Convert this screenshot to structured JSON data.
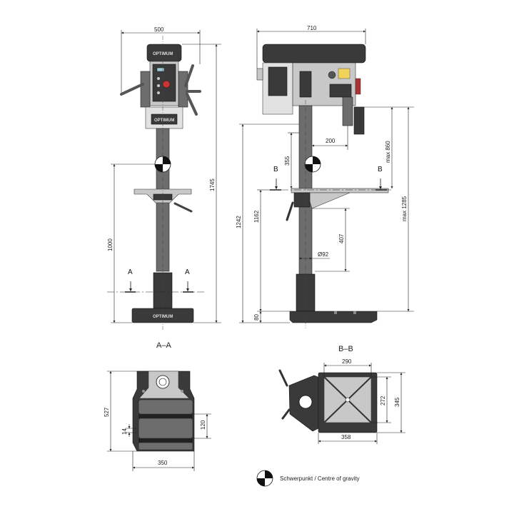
{
  "brand": "OPTIMUM",
  "front_view": {
    "width": "500",
    "height": "1745",
    "table_height": "1000",
    "section_marker": "A"
  },
  "side_view": {
    "width": "710",
    "overall_height": "1242",
    "table_height": "1162",
    "base_height": "80",
    "spindle_to_column": "200",
    "spindle_to_gravity": "355",
    "max_spindle_height": "max 860",
    "max_spindle_to_base": "max 1285",
    "table_travel": "407",
    "column_diameter": "Ø92",
    "section_marker": "B"
  },
  "section_aa": {
    "title": "A–A",
    "base_length": "527",
    "base_width": "350",
    "slot_spacing": "120",
    "slot_width": "14"
  },
  "section_bb": {
    "title": "B–B",
    "table_width": "290",
    "table_depth": "345",
    "table_inner": "272",
    "table_overall": "358"
  },
  "legend": {
    "text": "Schwerpunkt / Centre of gravity",
    "icon": "centre-of-gravity-icon"
  }
}
